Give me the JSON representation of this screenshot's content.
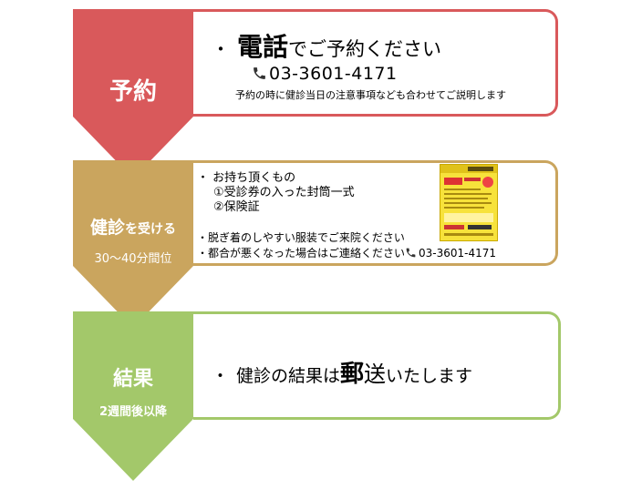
{
  "colors": {
    "step1": "#d9595b",
    "step1_border": "#d9595b",
    "step2": "#caa55e",
    "step2_border": "#caa55e",
    "step3": "#a3c86a",
    "step3_border": "#a3c86a"
  },
  "steps": [
    {
      "title": "予約",
      "subtitle": "",
      "bullet": "・",
      "headline_big": "電話",
      "headline_rest": "でご予約ください",
      "phone": "03-3601-4171",
      "note": "予約の時に健診当日の注意事項なども合わせてご説明します"
    },
    {
      "title_big": "健診",
      "title_small": "を受ける",
      "subtitle": "30～40分間位",
      "bring_heading": "・ お持ち頂くもの",
      "bring_items": [
        "①受診券の入った封筒一式",
        "②保険証"
      ],
      "note1": "・脱ぎ着のしやすい服装でご来院ください",
      "note2": "・都合が悪くなった場合はご連絡ください",
      "phone": "03-3601-4171",
      "icon": "health-checkup-voucher-flyer"
    },
    {
      "title": "結果",
      "subtitle": "2週間後以降",
      "bullet": "・",
      "result_a": "健診の結果は",
      "result_big1": "郵",
      "result_big2": "送",
      "result_b": "いたします"
    }
  ],
  "icons": {
    "phone": "telephone-icon"
  }
}
